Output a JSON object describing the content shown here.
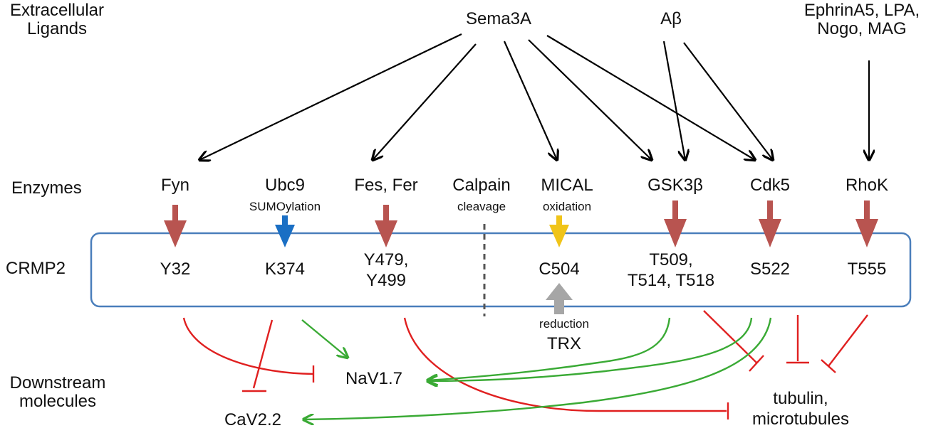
{
  "rows": {
    "ligands_label": "Extracellular\nLigands",
    "enzymes_label": "Enzymes",
    "crmp2_label": "CRMP2",
    "downstream_label": "Downstream\nmolecules"
  },
  "ligands": {
    "sema3a": "Sema3A",
    "abeta": "Aβ",
    "ephrin": "EphrinA5, LPA,\nNogo, MAG"
  },
  "enzymes": {
    "fyn": "Fyn",
    "ubc9": "Ubc9",
    "sumoylation": "SUMOylation",
    "fes_fer": "Fes, Fer",
    "calpain": "Calpain",
    "cleavage": "cleavage",
    "mical": "MICAL",
    "oxidation": "oxidation",
    "gsk3b": "GSK3β",
    "cdk5": "Cdk5",
    "rhok": "RhoK"
  },
  "sites": {
    "y32": "Y32",
    "k374": "K374",
    "y479": "Y479,\nY499",
    "c504": "C504",
    "t509": "T509,\nT514, T518",
    "s522": "S522",
    "t555": "T555"
  },
  "modifiers": {
    "reduction": "reduction",
    "trx": "TRX"
  },
  "downstream": {
    "nav17": "NaV1.7",
    "cav22": "CaV2.2",
    "tubulin": "tubulin,\nmicrotubules"
  },
  "colors": {
    "phosphorylation": "#b85450",
    "sumoylation": "#1a6fc4",
    "oxidation": "#f0c419",
    "reduction": "#a6a6a6",
    "inhibition": "#e02020",
    "activation": "#3aaa35",
    "box": "#4a7ebb"
  }
}
